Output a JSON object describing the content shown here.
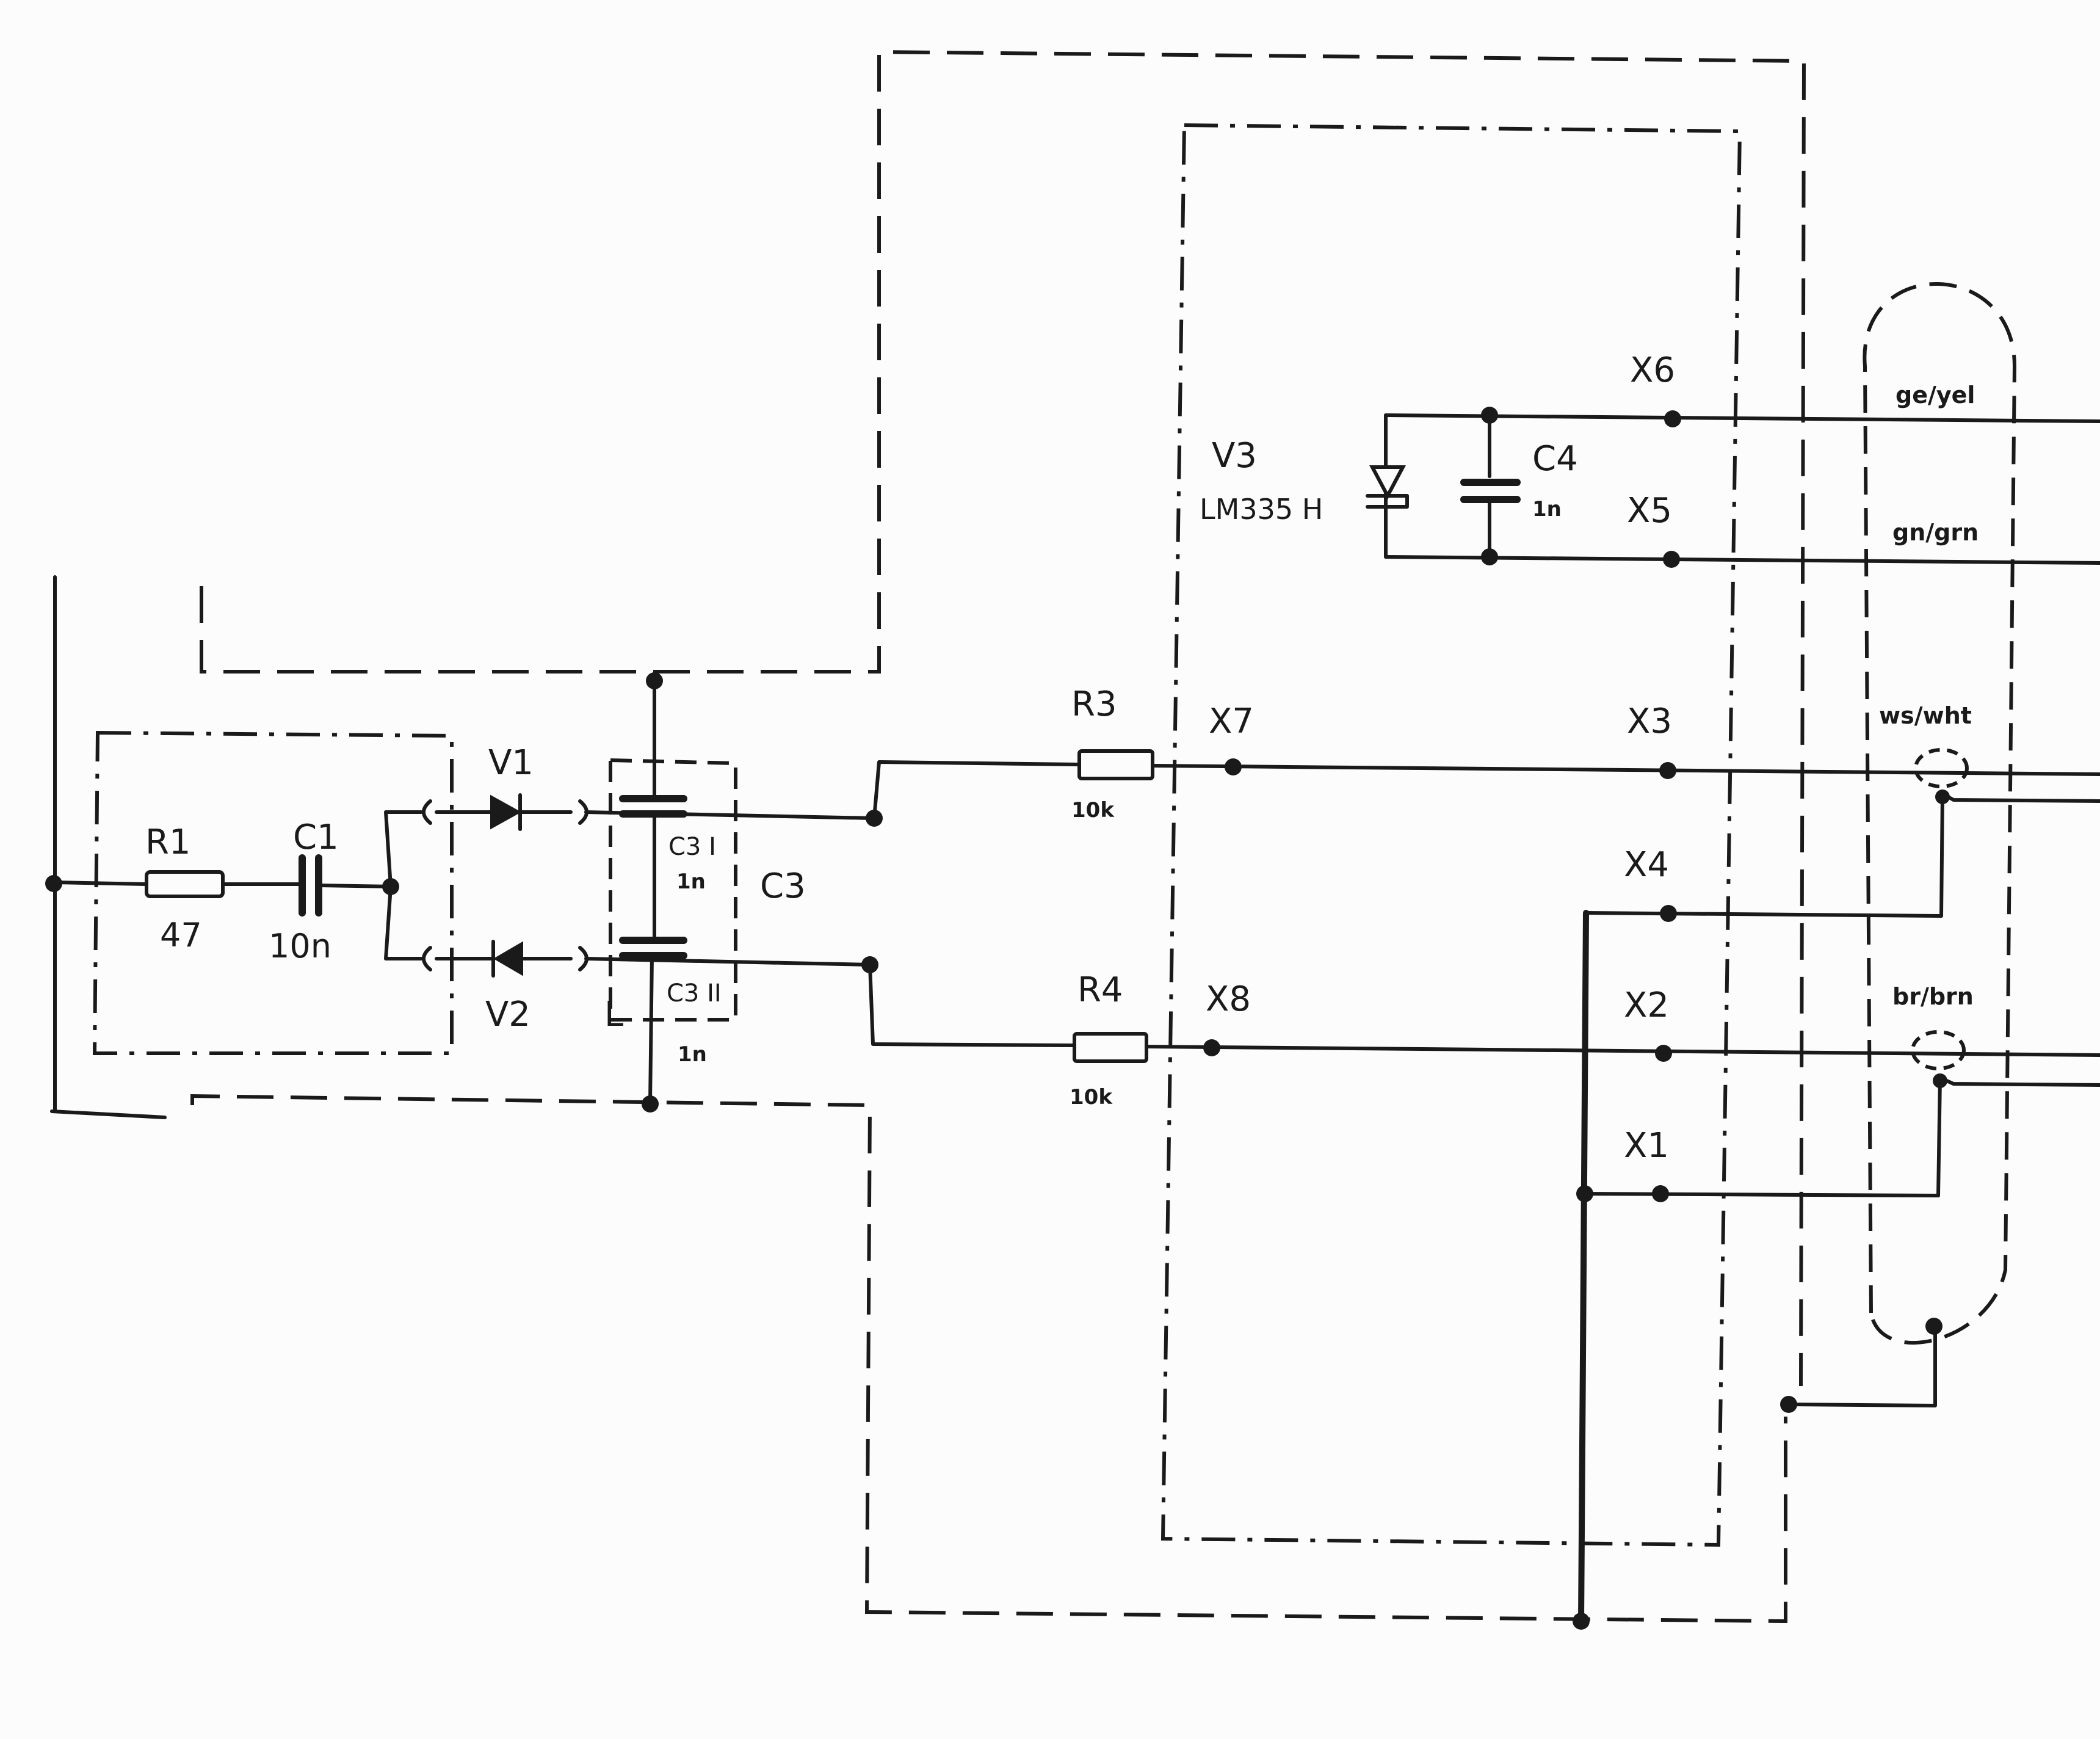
{
  "components": {
    "R1": {
      "ref": "R1",
      "value": "47"
    },
    "C1": {
      "ref": "C1",
      "value": "10n"
    },
    "V1": {
      "ref": "V1"
    },
    "V2": {
      "ref": "V2"
    },
    "C3": {
      "ref": "C3",
      "part1": "C3 I",
      "part1_value": "1n",
      "part2": "C3 II",
      "part2_value": "1n",
      "shield_label": "L"
    },
    "V3": {
      "ref": "V3",
      "part": "LM335 H"
    },
    "C4": {
      "ref": "C4",
      "value": "1n"
    },
    "R3": {
      "ref": "R3",
      "value": "10k"
    },
    "R4": {
      "ref": "R4",
      "value": "10k"
    }
  },
  "terminals": [
    "X6",
    "X5",
    "X7",
    "X3",
    "X4",
    "X8",
    "X2",
    "X1"
  ],
  "cable_colors": [
    {
      "code": "ge/yel",
      "hex": "#d9b600"
    },
    {
      "code": "gn/grn",
      "hex": "#2e8b3a"
    },
    {
      "code": "ws/wht",
      "hex": "#f0f0f0"
    },
    {
      "code": "br/brn",
      "hex": "#7a4a22"
    }
  ],
  "colors": {
    "ink": "#1a1a1a",
    "paper": "#fcfcfc"
  }
}
